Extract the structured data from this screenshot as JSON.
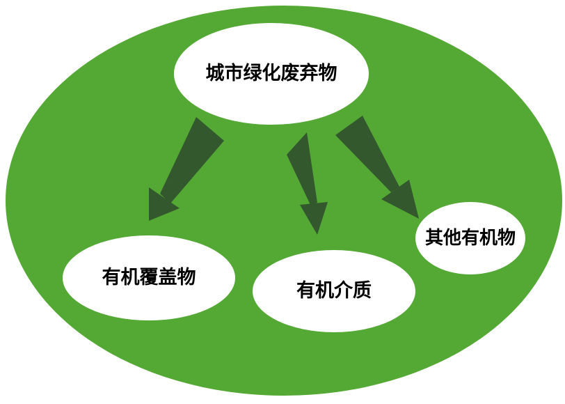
{
  "colors": {
    "page_bg": "#ffffff",
    "canvas_green": "#54A934",
    "arrow_green": "#34582E",
    "node_fill": "#ffffff",
    "node_text": "#000000"
  },
  "diagram": {
    "type": "radiating-hierarchy",
    "nodes": {
      "root": {
        "label": "城市绿化废弃物"
      },
      "left": {
        "label": "有机覆盖物"
      },
      "middle": {
        "label": "有机介质"
      },
      "right": {
        "label": "其他有机物"
      }
    },
    "relations": [
      {
        "from": "root",
        "to": "left"
      },
      {
        "from": "root",
        "to": "middle"
      },
      {
        "from": "root",
        "to": "right"
      }
    ]
  }
}
